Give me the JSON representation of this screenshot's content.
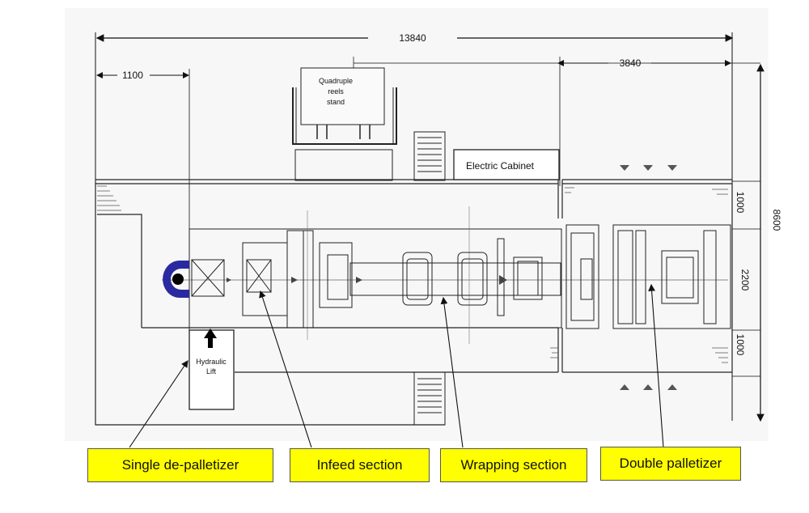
{
  "dimensions": {
    "overall_width": "13840",
    "left_offset": "1100",
    "right_section": "3840",
    "overall_height": "8600",
    "upper_lane": "1000",
    "center_lane": "2200",
    "lower_lane": "1000"
  },
  "equipment": {
    "reels_stand": [
      "Quadruple",
      "reels",
      "stand"
    ],
    "electric_cabinet": "Electric Cabinet",
    "hydraulic_lift": [
      "Hydraulic",
      "Lift"
    ]
  },
  "callouts": {
    "depalletizer": "Single de-palletizer",
    "infeed": "Infeed section",
    "wrapping": "Wrapping section",
    "palletizer": "Double palletizer"
  },
  "colors": {
    "callout_fill": "#ffff00",
    "stop_marker": "#2a2aa0",
    "line": "#222222"
  }
}
